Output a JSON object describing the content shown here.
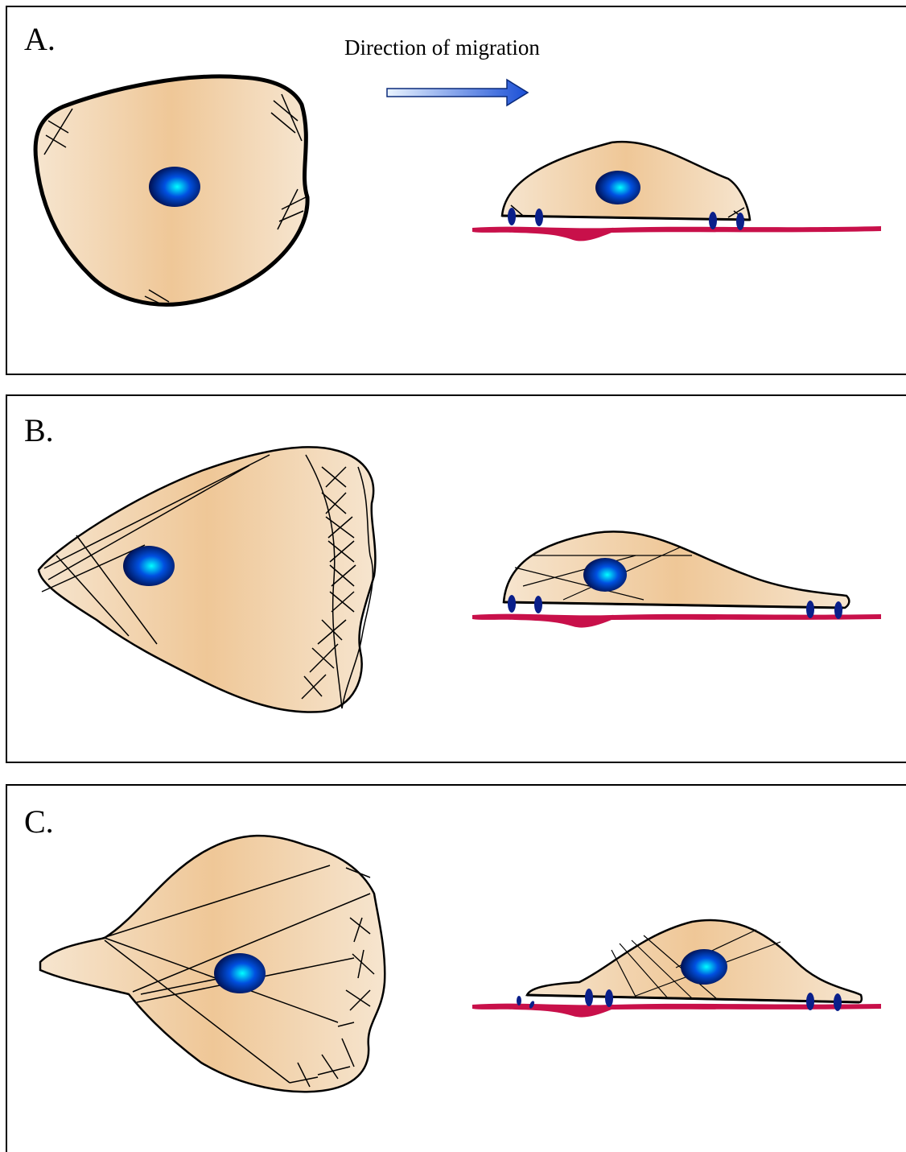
{
  "panels": [
    {
      "label": "A."
    },
    {
      "label": "B."
    },
    {
      "label": "C."
    }
  ],
  "migration": {
    "caption": "Direction of migration",
    "arrow_icon": "right-arrow-icon"
  },
  "colors": {
    "cell_edge": "#f6e5cf",
    "cell_center": "#efc797",
    "substrate": "#c8104a",
    "nucleus_inner": "#00ffff",
    "nucleus_mid": "#0050e0",
    "nucleus_outer": "#001050",
    "adhesion": "#0a1f8a",
    "arrow_light": "#eaf4ff",
    "arrow_dark": "#1a4fd6"
  }
}
